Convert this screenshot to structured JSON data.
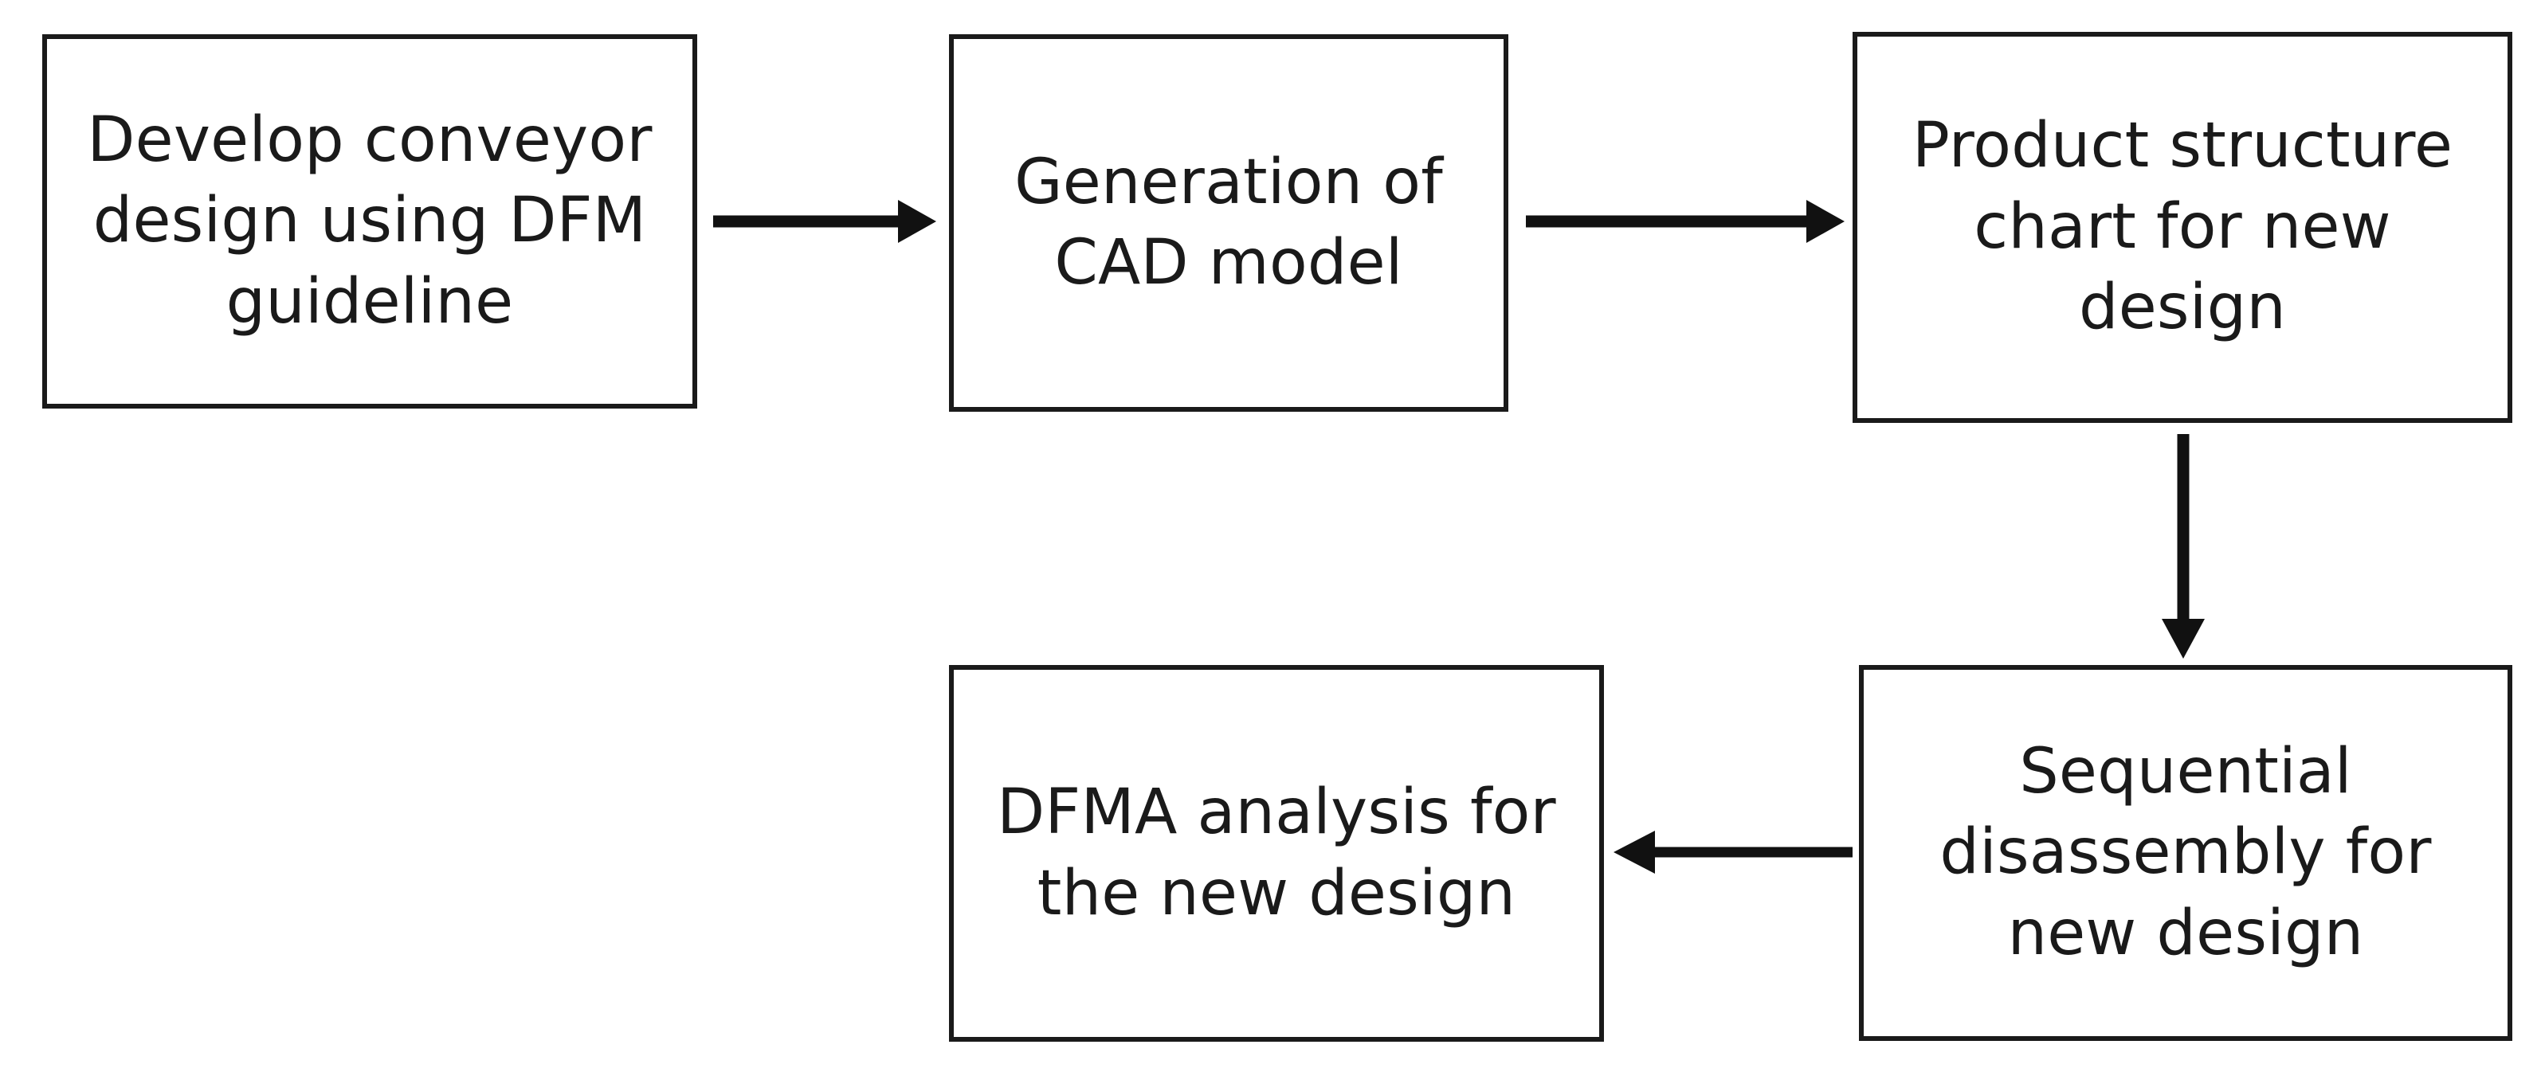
{
  "diagram": {
    "type": "flowchart",
    "title": "",
    "background_color": "#ffffff",
    "stroke_color": "#1a1a1a",
    "text_color": "#1a1a1a",
    "nodes": [
      {
        "id": "develop-design",
        "label": "Develop conveyor\ndesign using DFM\nguideline",
        "shape": "rectangle",
        "row": 1,
        "column": 1
      },
      {
        "id": "cad-model",
        "label": "Generation of\nCAD model",
        "shape": "rectangle",
        "row": 1,
        "column": 2
      },
      {
        "id": "product-chart",
        "label": "Product structure\nchart for new\ndesign",
        "shape": "rectangle",
        "row": 1,
        "column": 3
      },
      {
        "id": "dfma-analysis",
        "label": "DFMA analysis for\nthe new design",
        "shape": "rectangle",
        "row": 2,
        "column": 2
      },
      {
        "id": "sequential-disassembly",
        "label": "Sequential\ndisassembly for\nnew design",
        "shape": "rectangle",
        "row": 2,
        "column": 3
      }
    ],
    "edges": [
      {
        "id": "develop-to-cad",
        "from": "develop-design",
        "to": "cad-model",
        "direction": "right",
        "label": ""
      },
      {
        "id": "cad-to-product",
        "from": "cad-model",
        "to": "product-chart",
        "direction": "right",
        "label": ""
      },
      {
        "id": "product-to-sequential",
        "from": "product-chart",
        "to": "sequential-disassembly",
        "direction": "down",
        "label": ""
      },
      {
        "id": "sequential-to-dfma",
        "from": "sequential-disassembly",
        "to": "dfma-analysis",
        "direction": "left",
        "label": ""
      }
    ]
  }
}
